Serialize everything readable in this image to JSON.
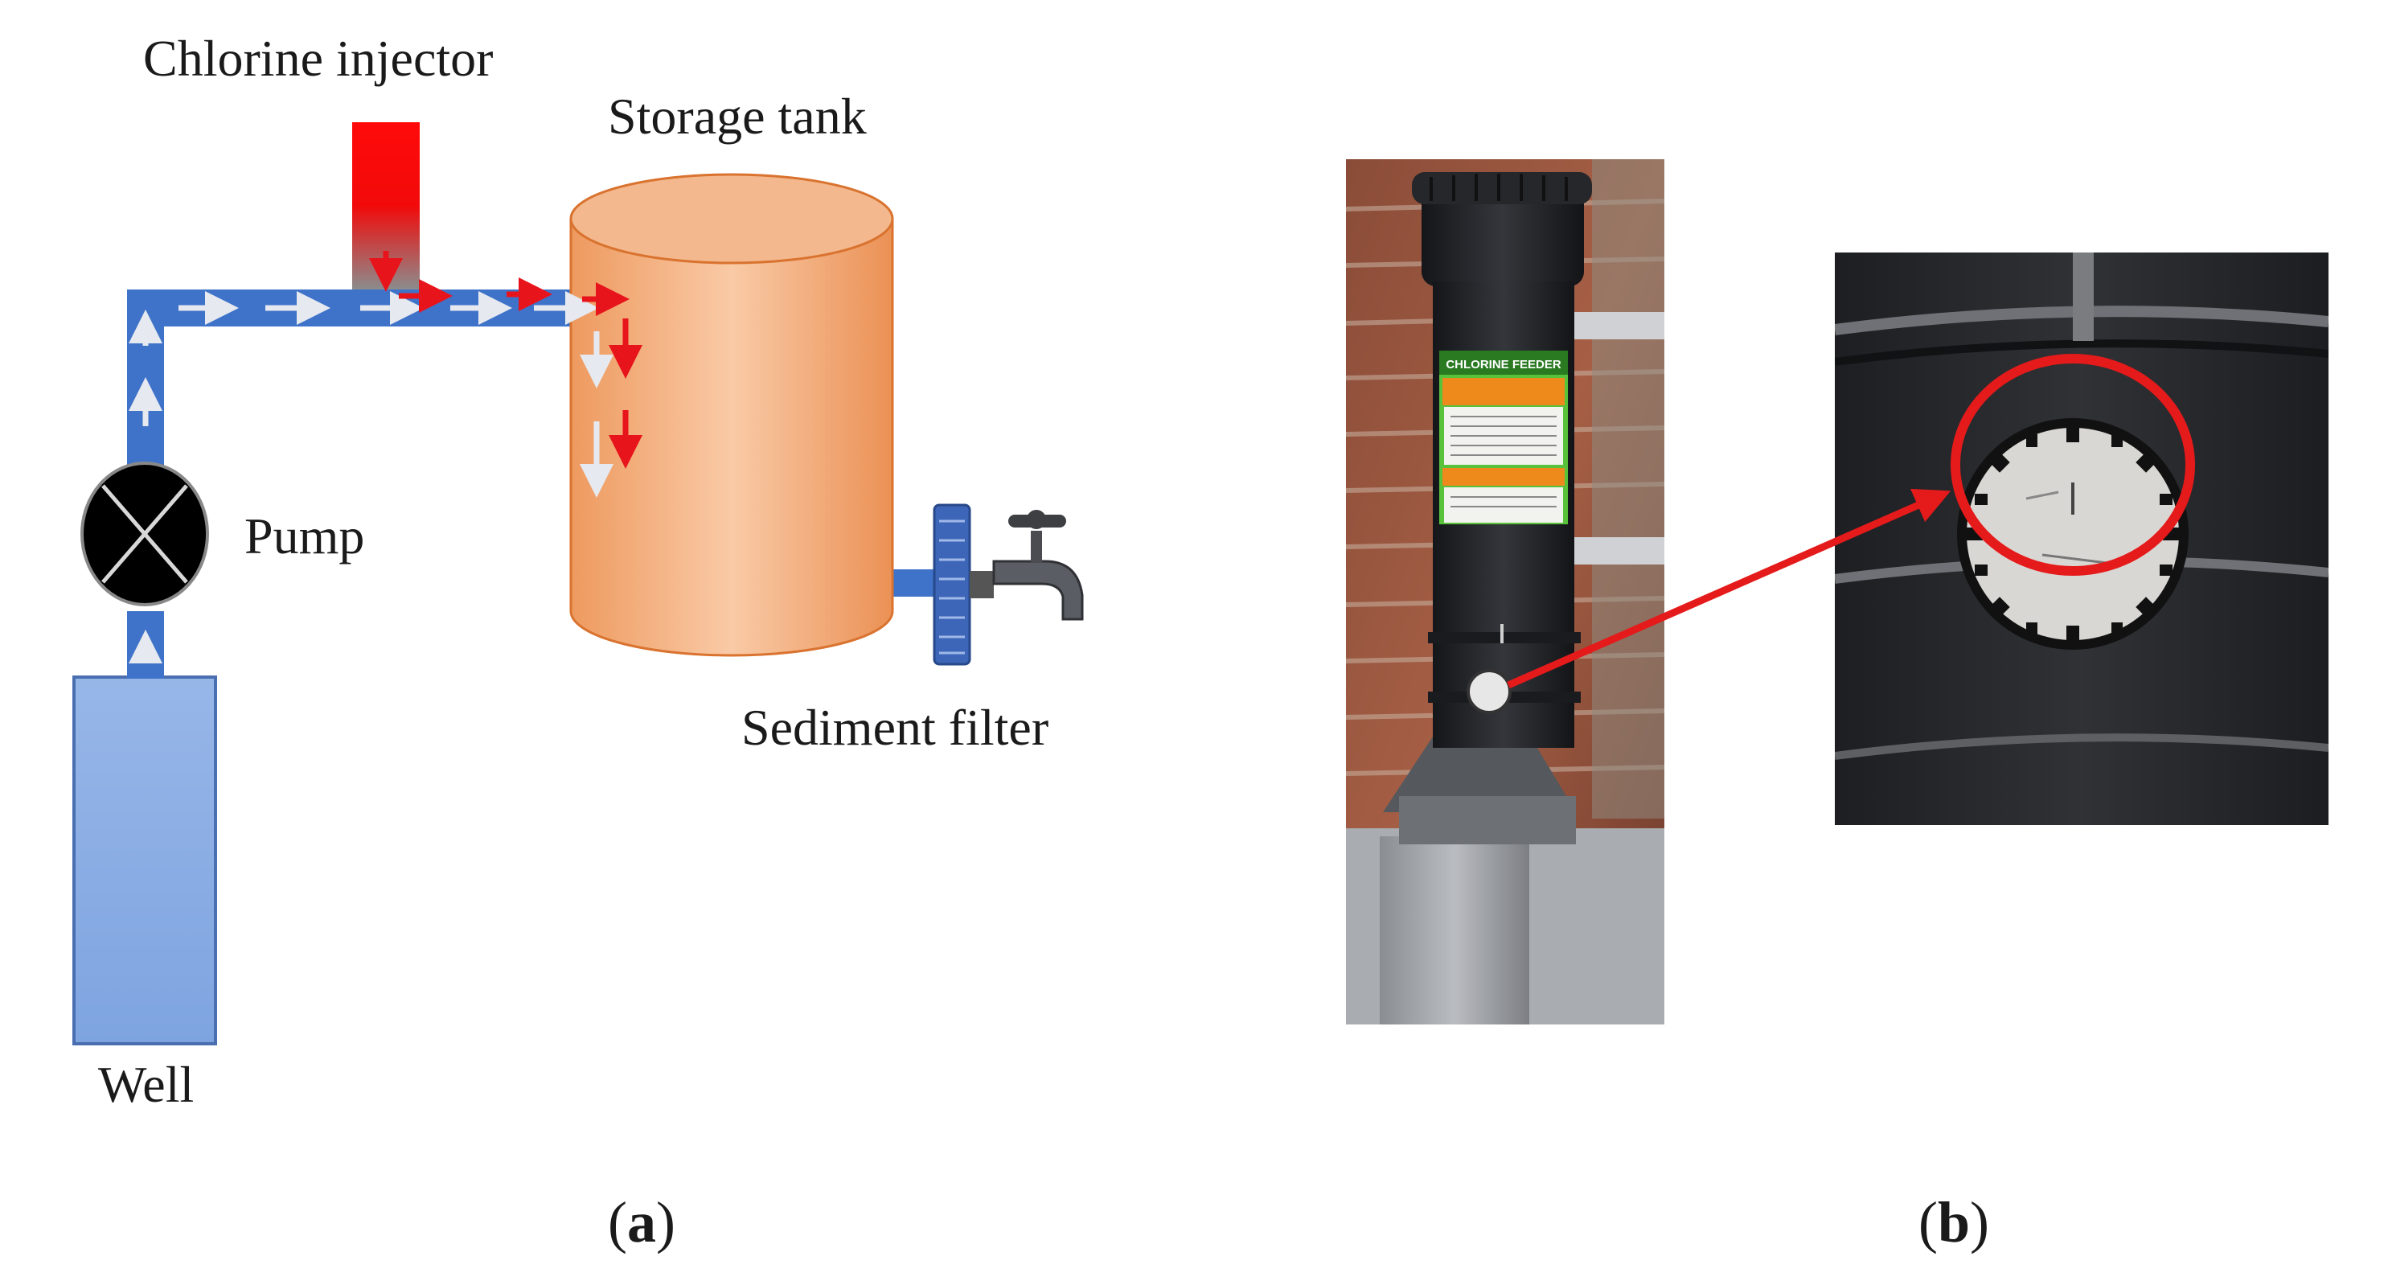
{
  "panel_a": {
    "labels": {
      "chlorine_injector": "Chlorine injector",
      "storage_tank": "Storage tank",
      "pump": "Pump",
      "sediment_filter": "Sediment filter",
      "well": "Well"
    },
    "caption": {
      "open": "(",
      "letter": "a",
      "close": ")"
    }
  },
  "panel_b": {
    "device_label": "CHLORINE FEEDER",
    "caption": {
      "open": "(",
      "letter": "b",
      "close": ")"
    }
  },
  "colors": {
    "pipe": "#3f73c9",
    "flow_water": "#e6e9ef",
    "flow_chlorine": "#e8141c",
    "tank": "#f0a36c",
    "tank_dark": "#e07a34",
    "well": "#8fb1e6",
    "pump": "#000000",
    "highlight_ring": "#e51a1a",
    "feeder_body": "#1f1f22",
    "label_green": "#58c23a",
    "label_orange": "#ee8a1c"
  }
}
